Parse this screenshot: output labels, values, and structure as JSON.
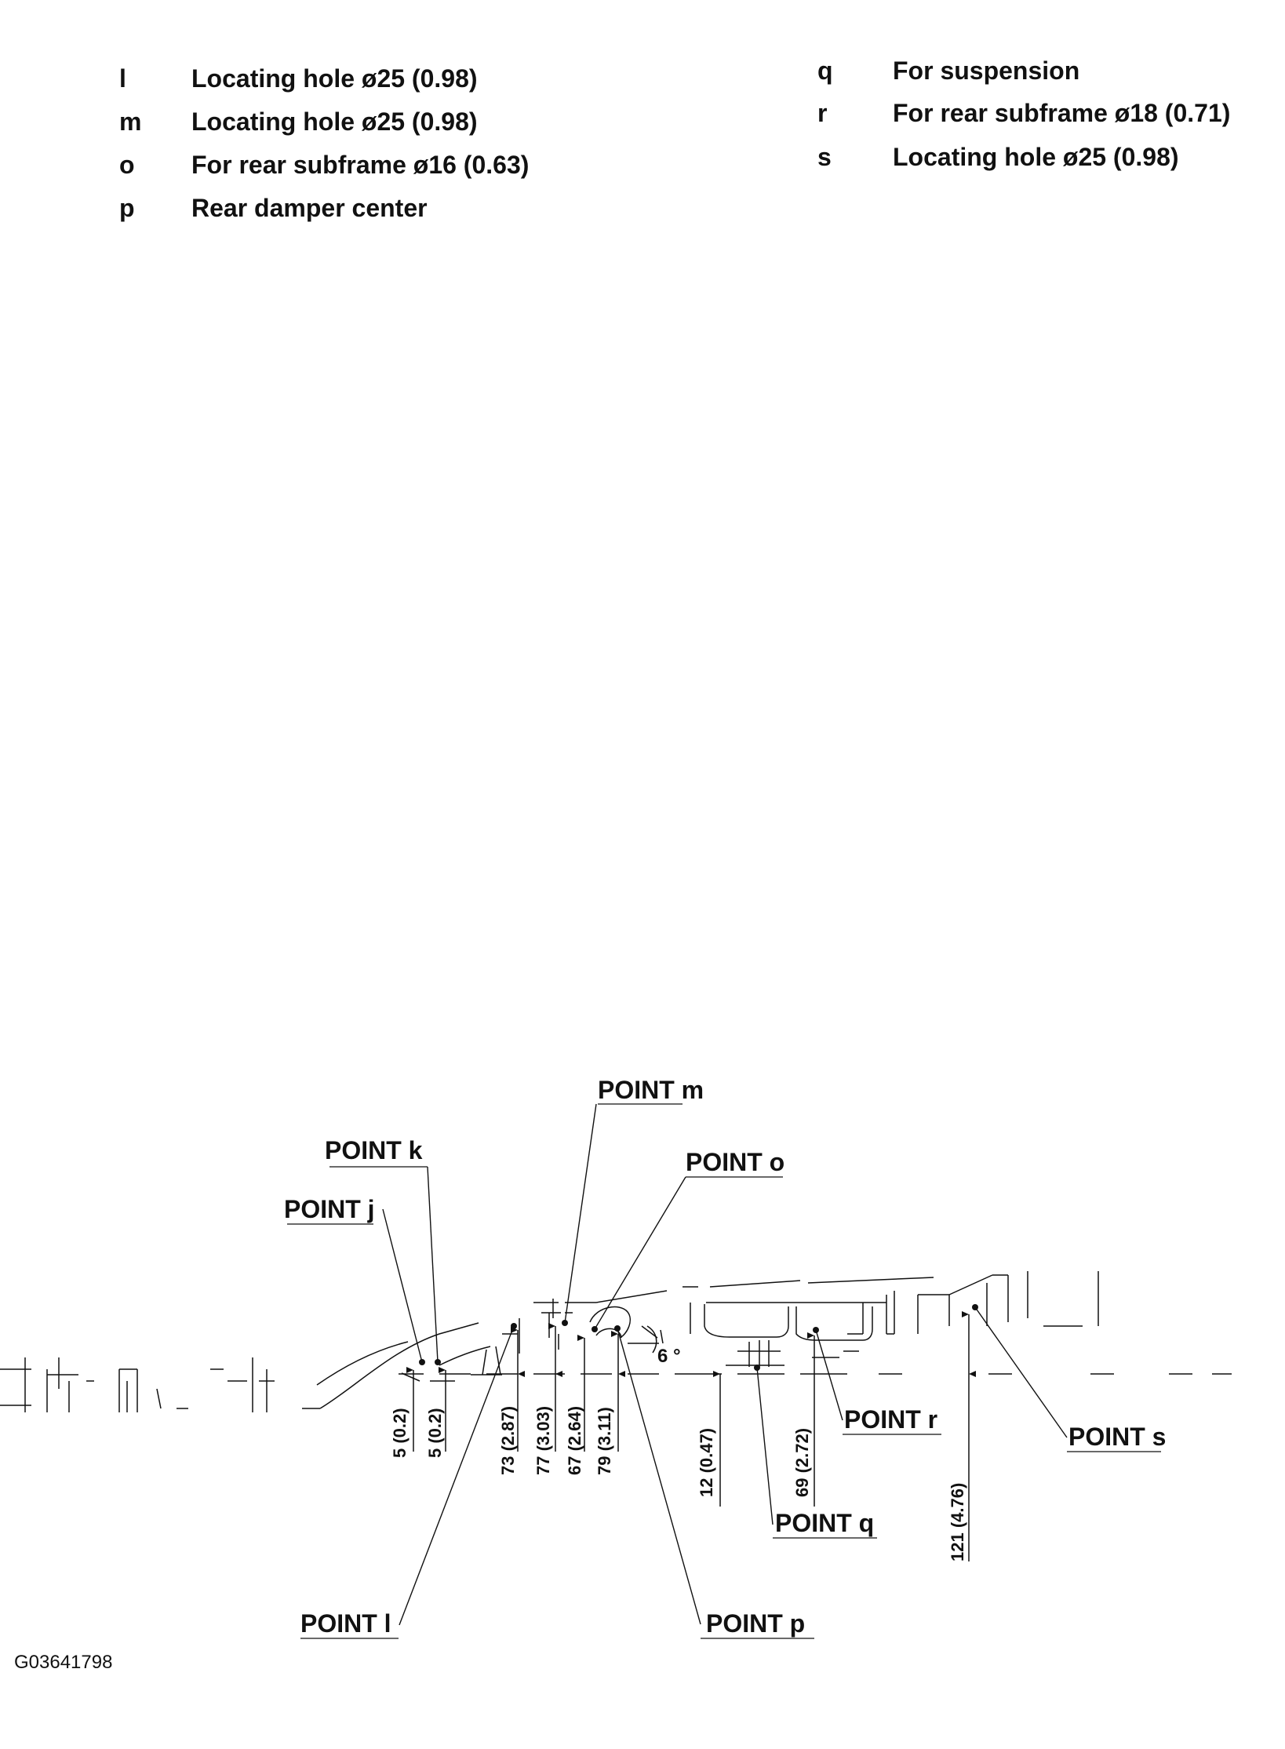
{
  "legend_left": [
    {
      "key": "l",
      "text": "Locating hole ø25 (0.98)"
    },
    {
      "key": "m",
      "text": "Locating hole ø25 (0.98)"
    },
    {
      "key": "o",
      "text": "For rear subframe ø16 (0.63)"
    },
    {
      "key": "p",
      "text": "Rear damper center"
    }
  ],
  "legend_right": [
    {
      "key": "q",
      "text": "For suspension"
    },
    {
      "key": "r",
      "text": "For rear subframe ø18 (0.71)"
    },
    {
      "key": "s",
      "text": "Locating hole ø25 (0.98)"
    }
  ],
  "points": {
    "j": "POINT j",
    "k": "POINT k",
    "l": "POINT l",
    "m": "POINT m",
    "o": "POINT o",
    "p": "POINT p",
    "q": "POINT q",
    "r": "POINT r",
    "s": "POINT s"
  },
  "dimensions": {
    "j": "5 (0.2)",
    "k": "5 (0.2)",
    "l": "73 (2.87)",
    "m": "77 (3.03)",
    "o": "67 (2.64)",
    "p": "79 (3.11)",
    "q": "12 (0.47)",
    "r": "69 (2.72)",
    "s": "121 (4.76)"
  },
  "angle": "6 °",
  "figure_id": "G03641798"
}
